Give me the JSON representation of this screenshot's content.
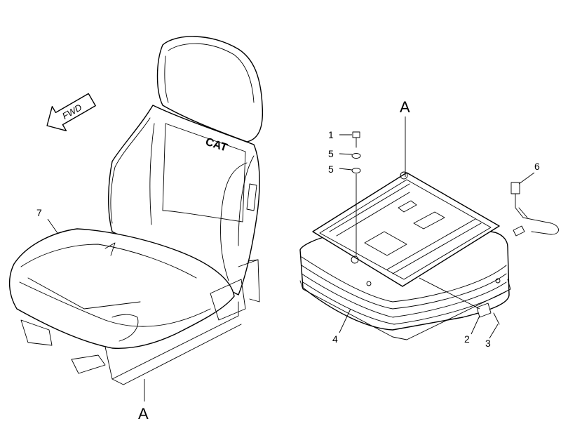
{
  "diagram": {
    "callouts": {
      "n1": "1",
      "n2": "2",
      "n3": "3",
      "n4": "4",
      "n5a": "5",
      "n5b": "5",
      "n6": "6",
      "n7": "7",
      "view_a_top": "A",
      "view_a_bottom": "A"
    },
    "fwd_arrow_label": "FWD",
    "seat_logo": "CAT"
  }
}
